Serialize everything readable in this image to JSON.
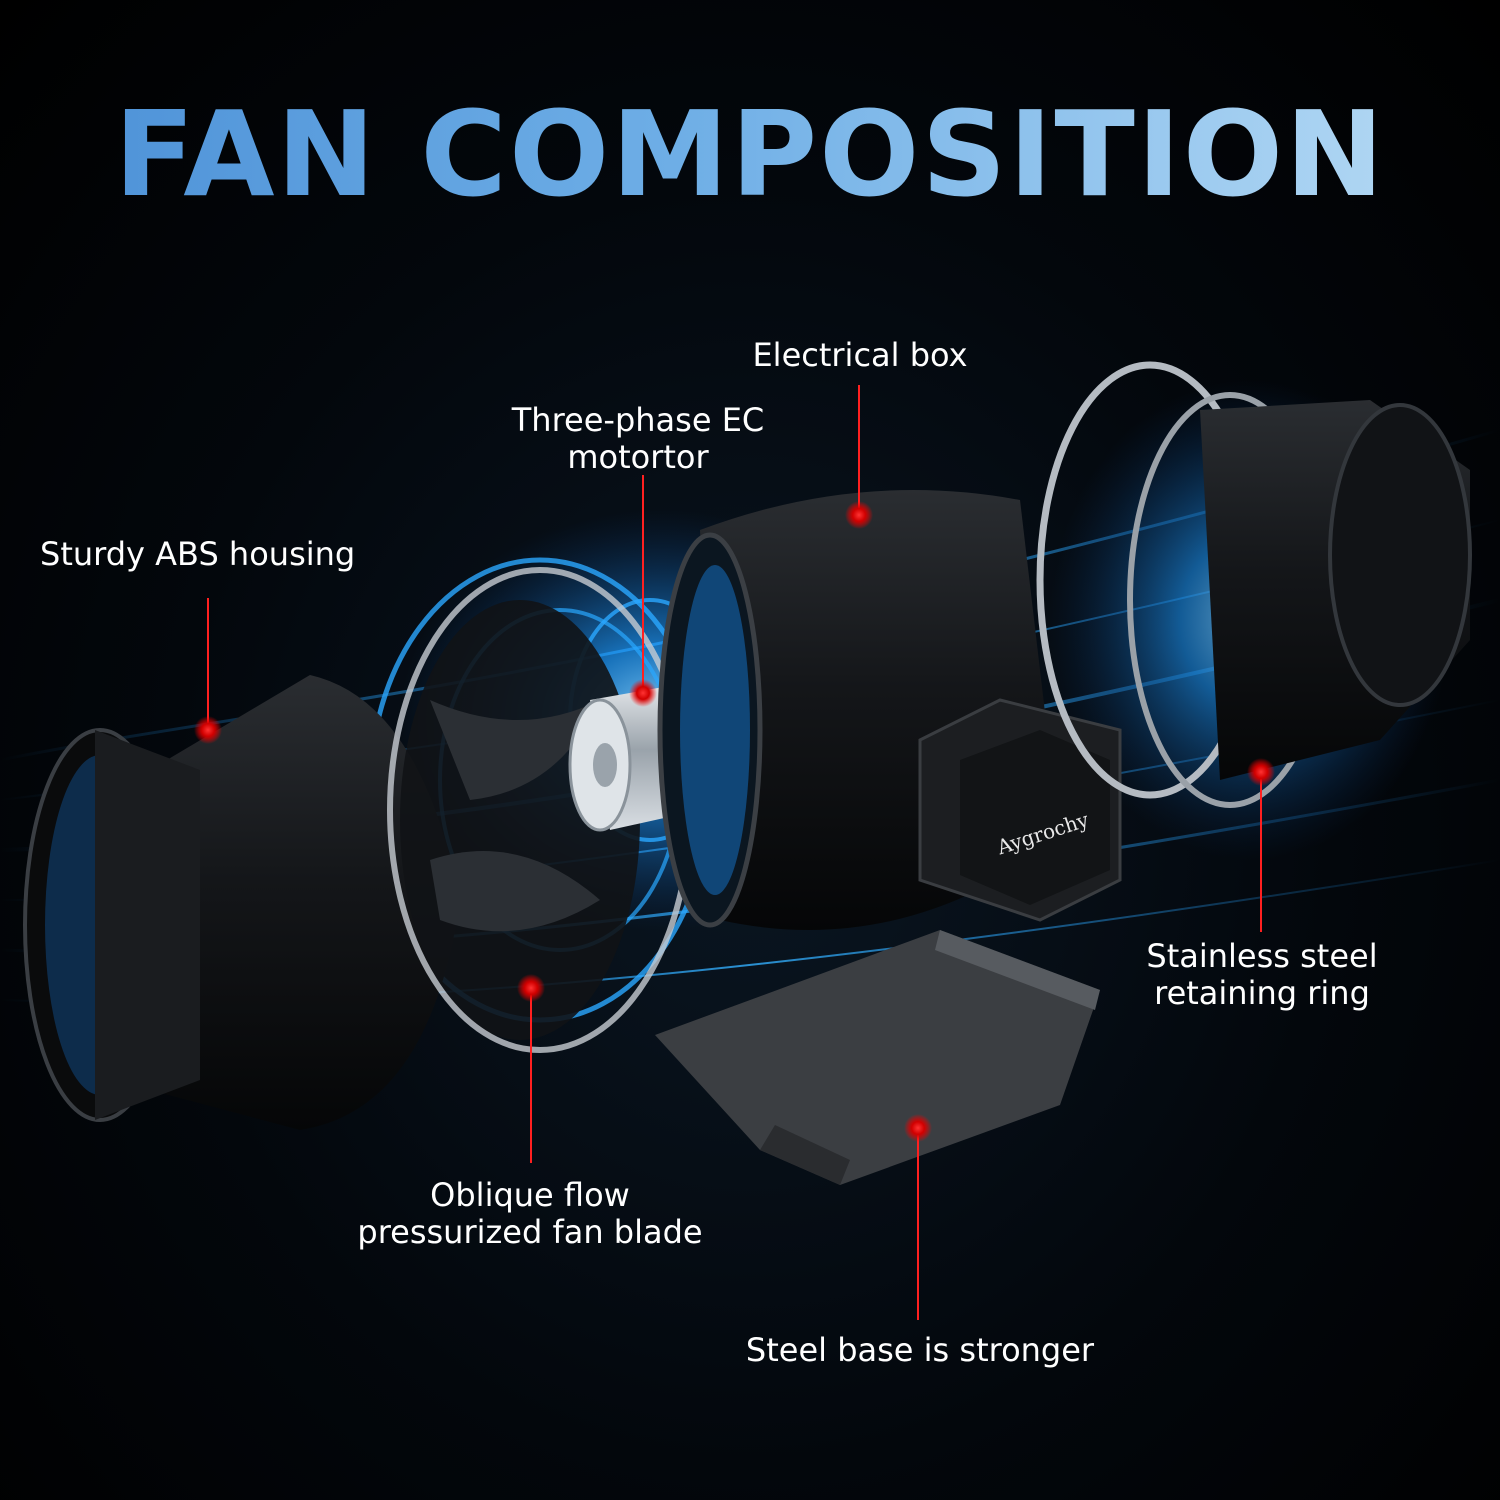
{
  "title": "FAN COMPOSITION",
  "brand": "Aygrochy",
  "colors": {
    "title_gradient_start": "#4a8fd6",
    "title_gradient_end": "#b9dcf5",
    "glow": "#1e9bff",
    "marker": "#ff1a1a",
    "label_text": "#ffffff"
  },
  "labels": {
    "housing": "Sturdy ABS housing",
    "motor_line1": "Three-phase EC",
    "motor_line2": "motortor",
    "electrical": "Electrical box",
    "ring_line1": "Stainless steel",
    "ring_line2": "retaining ring",
    "blade_line1": "Oblique flow",
    "blade_line2": "pressurized fan blade",
    "base": "Steel base is stronger"
  }
}
